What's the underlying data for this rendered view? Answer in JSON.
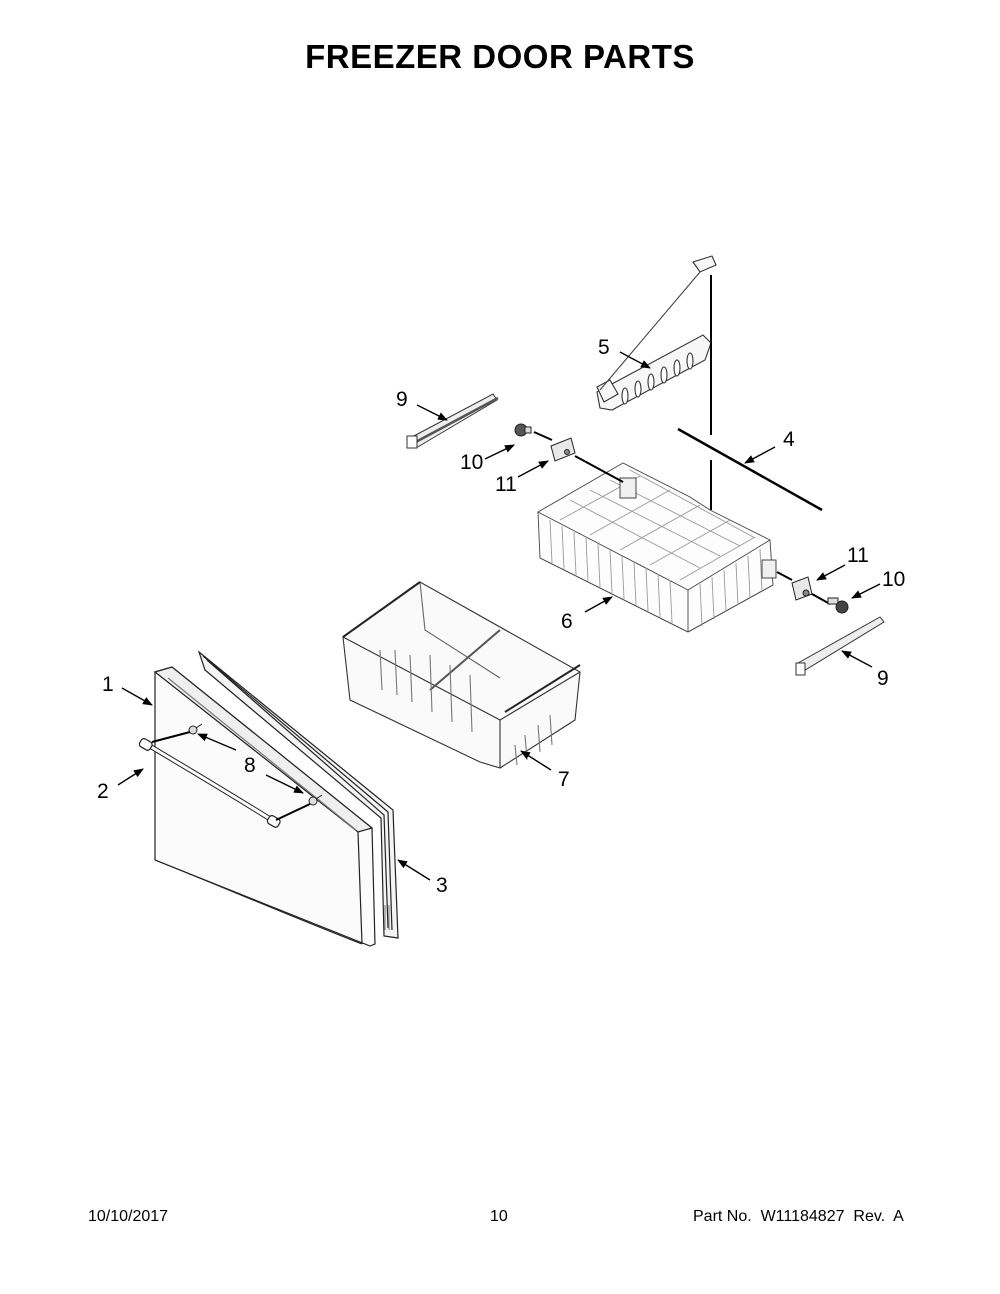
{
  "page": {
    "title": "FREEZER DOOR PARTS",
    "footer": {
      "date": "10/10/2017",
      "page_number": "10",
      "part_info": "Part No.  W11184827  Rev.  A"
    }
  },
  "diagram": {
    "callouts": [
      {
        "id": "c1",
        "label": "1",
        "part": "freezer-door"
      },
      {
        "id": "c2",
        "label": "2",
        "part": "door-handle"
      },
      {
        "id": "c3",
        "label": "3",
        "part": "door-gasket"
      },
      {
        "id": "c4",
        "label": "4",
        "part": "rod"
      },
      {
        "id": "c5",
        "label": "5",
        "part": "basket-divider"
      },
      {
        "id": "c6",
        "label": "6",
        "part": "wire-basket"
      },
      {
        "id": "c7",
        "label": "7",
        "part": "lower-bin"
      },
      {
        "id": "c8",
        "label": "8",
        "part": "handle-screws"
      },
      {
        "id": "c9a",
        "label": "9",
        "part": "slide-rail-left"
      },
      {
        "id": "c9b",
        "label": "9",
        "part": "slide-rail-right"
      },
      {
        "id": "c10a",
        "label": "10",
        "part": "gear-left"
      },
      {
        "id": "c10b",
        "label": "10",
        "part": "gear-right"
      },
      {
        "id": "c11a",
        "label": "11",
        "part": "bracket-left"
      },
      {
        "id": "c11b",
        "label": "11",
        "part": "bracket-right"
      }
    ]
  }
}
